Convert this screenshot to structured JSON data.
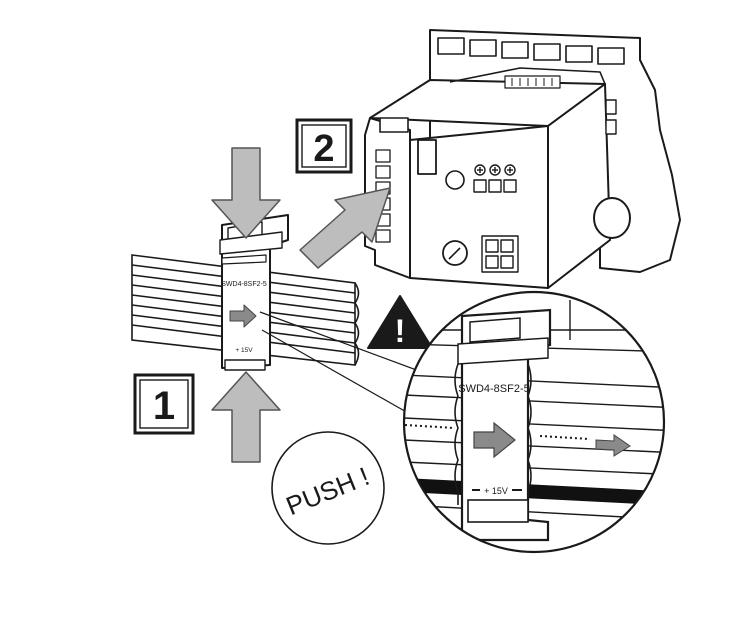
{
  "steps": {
    "step1": "1",
    "step2": "2"
  },
  "connector": {
    "label_small": "SWD4-8SF2-5",
    "voltage_small": "+ 15V"
  },
  "zoom": {
    "label": "SWD4-8SF2-5",
    "voltage": "+ 15V"
  },
  "push_label": "PUSH !",
  "warning_glyph": "!",
  "colors": {
    "line": "#1a1a1a",
    "arrow_fill": "#bdbdbd",
    "arrow_stroke": "#555555",
    "inner_arrow": "#8a8a8a",
    "device_fill": "#ffffff",
    "rail_dark": "#111111"
  },
  "icons": {
    "warning": "warning-triangle-icon",
    "arrow_down": "arrow-down-icon",
    "arrow_up": "arrow-up-icon",
    "arrow_insert": "arrow-insert-icon",
    "arrow_right": "arrow-right-icon"
  }
}
